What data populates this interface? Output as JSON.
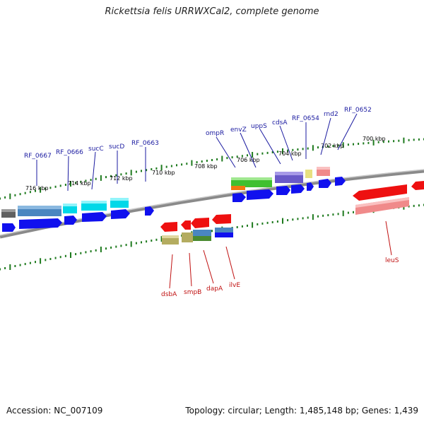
{
  "title": "Rickettsia felis URRWXCal2, complete genome",
  "footer": {
    "accession": "Accession: NC_007109",
    "topology": "Topology: circular; Length: 1,485,148 bp; Genes: 1,439"
  },
  "colors": {
    "backbone": "#7a7a7a",
    "tick": "#1e7a1e",
    "label_forward": "#1a1aa0",
    "label_reverse": "#c01010",
    "gene_blue": "#1010ee",
    "gene_red": "#ee1010",
    "cds_cyan": "#00e5f0",
    "cds_steel": "#4a86c0",
    "cds_gray": "#606060",
    "cds_green": "#40c030",
    "cds_orange": "#f07a10",
    "cds_purple": "#6a5ac8",
    "cds_yellow": "#e8e080",
    "cds_pink": "#f08a8a",
    "cds_olive": "#b4ac60",
    "cds_darkgreen": "#4a8a30"
  },
  "kbp_labels": [
    "716 kbp",
    "714 kbp",
    "712 kbp",
    "710 kbp",
    "708 kbp",
    "706 kbp",
    "704 kbp",
    "702 kbp",
    "700 kbp"
  ],
  "forward_genes": [
    "RF_0667",
    "RF_0666",
    "sucC",
    "sucD",
    "RF_0663",
    "ompR",
    "envZ",
    "uppS",
    "cdsA",
    "RF_0654",
    "rnd2",
    "RF_0652"
  ],
  "reverse_genes": [
    "dsbA",
    "smpB",
    "dapA",
    "ilvE",
    "leuS"
  ]
}
